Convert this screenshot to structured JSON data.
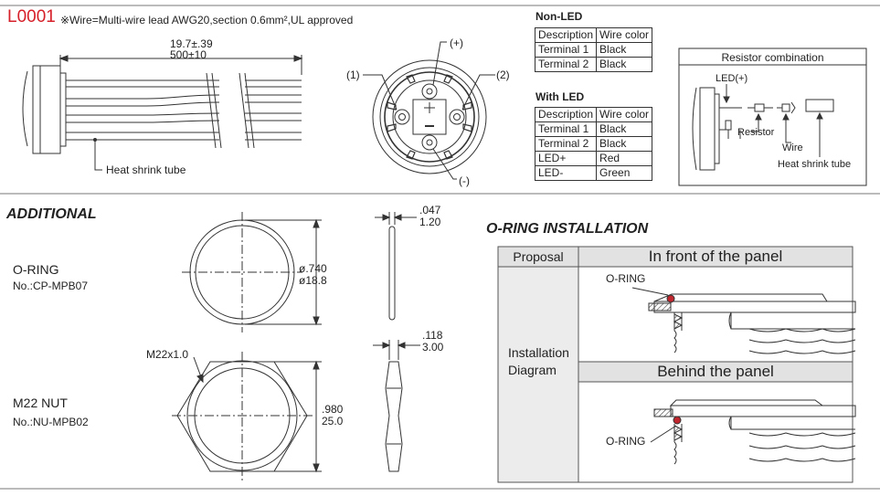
{
  "header": {
    "code": "L0001",
    "code_color": "#d6202a",
    "wire_note": "※Wire=Multi-wire lead AWG20,section 0.6mm²,UL approved"
  },
  "lead_drawing": {
    "length_inch": "19.7±.39",
    "length_mm": "500±10",
    "heat_shrink_label": "Heat shrink tube"
  },
  "front_view": {
    "label_1": "(1)",
    "label_2": "(2)",
    "label_plus": "(+)",
    "label_minus": "(-)"
  },
  "non_led": {
    "title": "Non-LED",
    "headers": [
      "Description",
      "Wire color"
    ],
    "rows": [
      [
        "Terminal 1",
        "Black"
      ],
      [
        "Terminal 2",
        "Black"
      ]
    ]
  },
  "with_led": {
    "title": "With LED",
    "headers": [
      "Description",
      "Wire color"
    ],
    "rows": [
      [
        "Terminal 1",
        "Black"
      ],
      [
        "Terminal 2",
        "Black"
      ],
      [
        "LED+",
        "Red"
      ],
      [
        "LED-",
        "Green"
      ]
    ]
  },
  "resistor": {
    "title": "Resistor combination",
    "led_plus": "LED(+)",
    "resistor_label": "Resistor",
    "wire_label": "Wire",
    "tube_label": "Heat shrink tube"
  },
  "additional": {
    "title": "ADDITIONAL",
    "oring_name": "O-RING",
    "oring_no": "No.:CP-MPB07",
    "oring_dia_inch": "ø.740",
    "oring_dia_mm": "ø18.8",
    "oring_thk_inch": ".047",
    "oring_thk_mm": "1.20",
    "nut_name": "M22 NUT",
    "nut_no": "No.:NU-MPB02",
    "nut_thread": "M22x1.0",
    "nut_af_inch": ".980",
    "nut_af_mm": "25.0",
    "nut_thk_inch": ".118",
    "nut_thk_mm": "3.00"
  },
  "installation": {
    "title": "O-RING INSTALLATION",
    "col_proposal": "Proposal",
    "front_label": "In front of the panel",
    "behind_label": "Behind the panel",
    "row_label_1": "Installation",
    "row_label_2": "Diagram",
    "oring_label_front": "O-RING",
    "oring_label_behind": "O-RING",
    "panel_header_bg": "#e2e2e2"
  }
}
